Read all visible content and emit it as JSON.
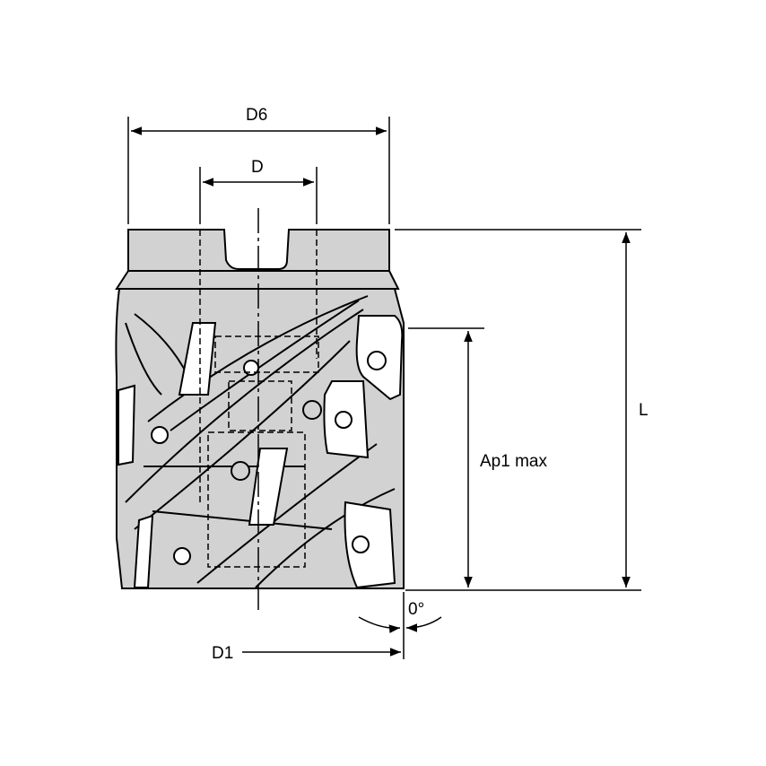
{
  "dimensions": {
    "d6": "D6",
    "d": "D",
    "l": "L",
    "ap1_max": "Ap1 max",
    "angle": "0°",
    "d1": "D1"
  },
  "colors": {
    "body_fill": "#d2d2d2",
    "insert_fill": "#ffffff",
    "line": "#000000"
  }
}
